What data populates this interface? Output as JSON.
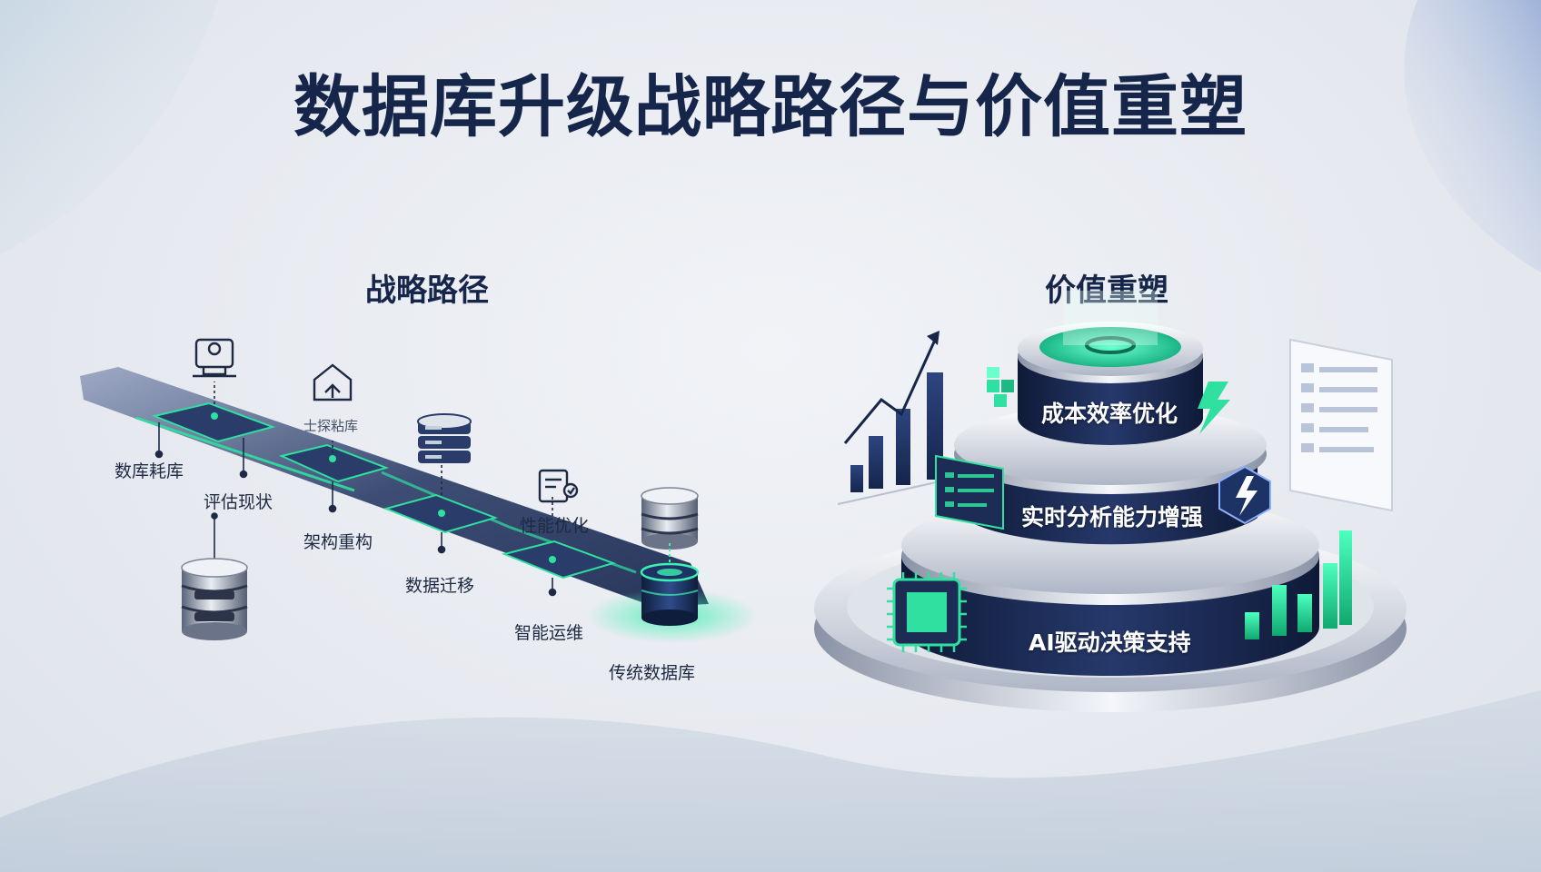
{
  "title": "数据库升级战略路径与价值重塑",
  "strategy": {
    "heading": "战略路径",
    "steps": [
      {
        "label": "数库耗库"
      },
      {
        "label": "评估现状"
      },
      {
        "label": "士探粘库"
      },
      {
        "label": "架构重构"
      },
      {
        "label": "数据迁移"
      },
      {
        "label": "性能优化"
      },
      {
        "label": "智能运维"
      },
      {
        "label": "传统数据库"
      }
    ]
  },
  "value": {
    "heading": "价值重塑",
    "tiers": [
      {
        "label": "成本效率优化"
      },
      {
        "label": "实时分析能力增强"
      },
      {
        "label": "AI驱动决策支持"
      }
    ]
  },
  "colors": {
    "navy": "#16264a",
    "accent": "#2fe0a0",
    "tier": "#1c2c55"
  }
}
